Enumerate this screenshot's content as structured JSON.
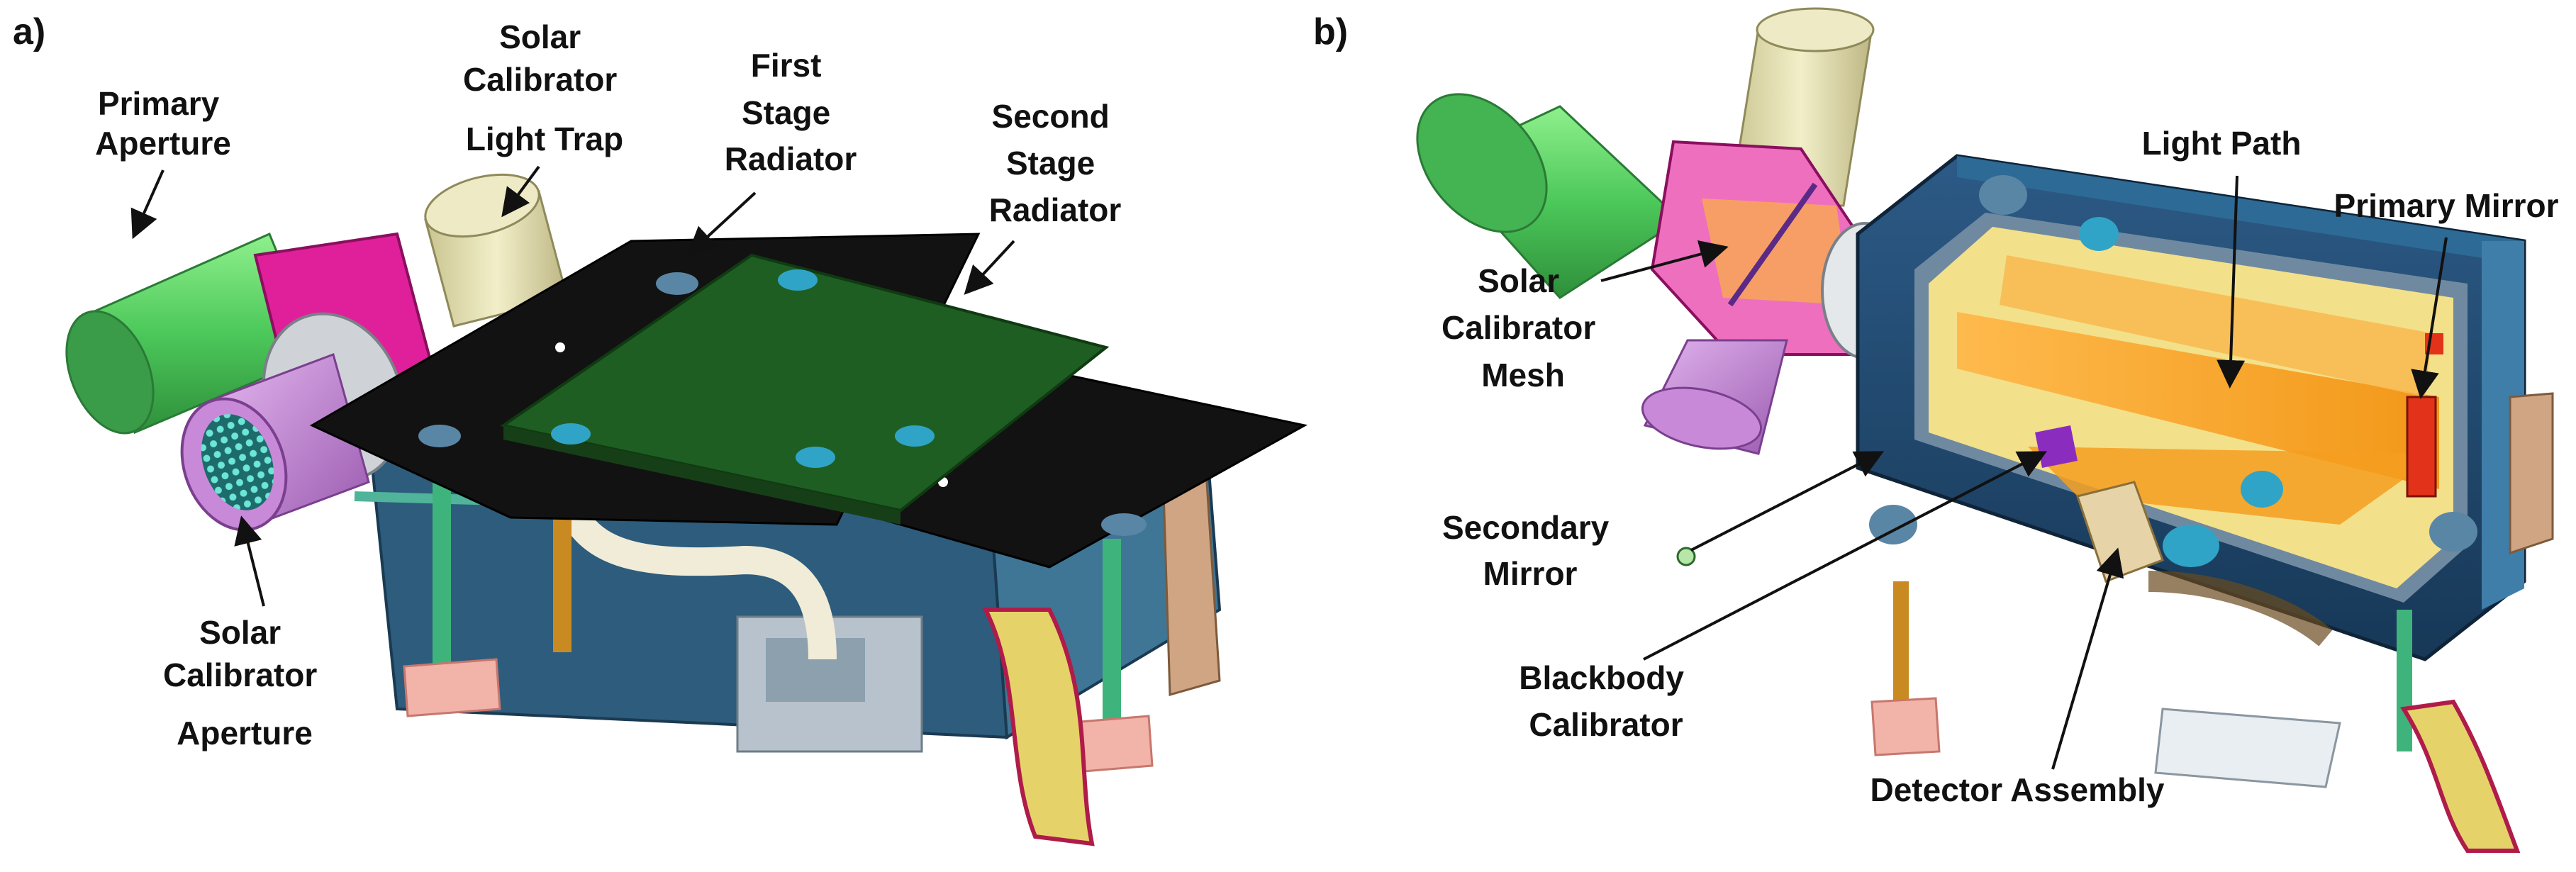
{
  "panels": {
    "a": {
      "label": "a)",
      "callouts": {
        "primary_aperture": [
          "Primary",
          "Aperture"
        ],
        "light_trap": [
          "Solar",
          "Calibrator",
          "Light Trap"
        ],
        "first_stage": [
          "First",
          "Stage",
          "Radiator"
        ],
        "second_stage": [
          "Second",
          "Stage",
          "Radiator"
        ],
        "solar_cal_aperture": [
          "Solar",
          "Calibrator",
          "Aperture"
        ]
      }
    },
    "b": {
      "label": "b)",
      "callouts": {
        "light_path": [
          "Light Path"
        ],
        "primary_mirror": [
          "Primary Mirror"
        ],
        "solar_cal_mesh": [
          "Solar",
          "Calibrator",
          "Mesh"
        ],
        "secondary_mirror": [
          "Secondary",
          "Mirror"
        ],
        "blackbody": [
          "Blackbody",
          "Calibrator"
        ],
        "detector": [
          "Detector Assembly"
        ]
      }
    }
  },
  "colors": {
    "aperture_green": "#5fd36a",
    "light_trap_tan": "#e6e2b4",
    "magenta": "#e0209a",
    "solar_cal_purple": "#c88ad8",
    "radiator_black": "#111111",
    "radiator_green": "#1e5e22",
    "housing_blue": "#234a72",
    "housing_teal": "#2f6f8f",
    "light_orange": "#f5a623",
    "mirror_yellow": "#f3e08a",
    "bracket_pink": "#f4b6b0"
  }
}
